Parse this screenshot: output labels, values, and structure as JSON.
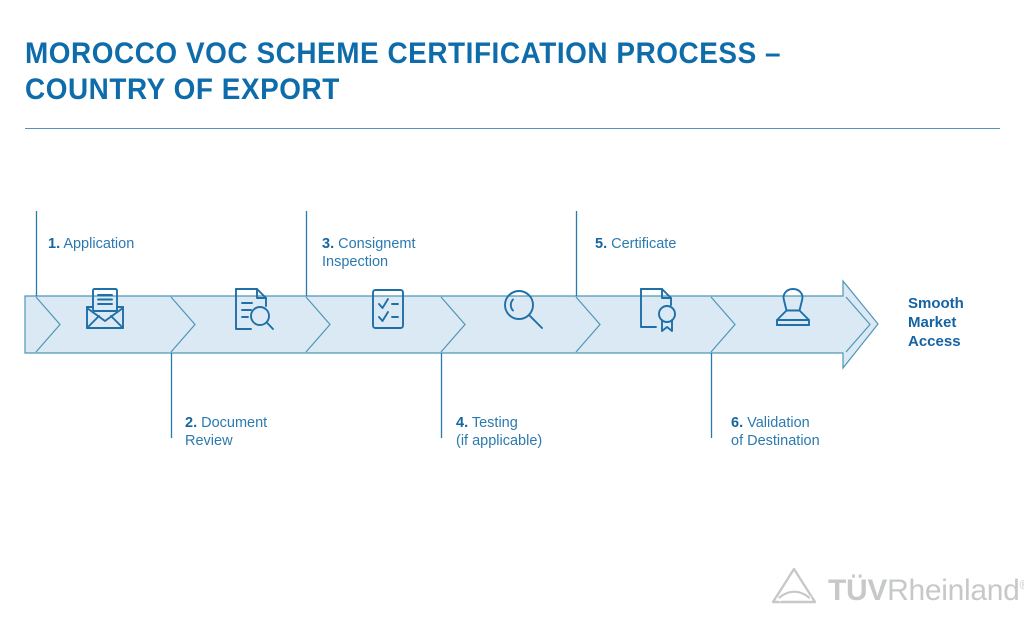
{
  "header": {
    "title": "Morocco VOC Scheme Certification Process –\nCountry of Export",
    "divider": "header-divider"
  },
  "colors": {
    "brand_blue": "#0e6cab",
    "label_blue": "#2a7ab0",
    "number_blue": "#1565a0",
    "band_fill": "#dbe9f4",
    "band_stroke": "#4e96b8",
    "icon_stroke": "#1f6fa8",
    "divider": "#4e96b8",
    "logo_gray": "#c7c8c9",
    "outcome_blue": "#1463a3",
    "background": "#ffffff"
  },
  "process": {
    "steps": [
      {
        "number": "1.",
        "label": " Application",
        "icon": "envelope-letter-icon",
        "position": "above"
      },
      {
        "number": "2.",
        "label": " Document\nReview",
        "icon": "document-search-icon",
        "position": "below"
      },
      {
        "number": "3.",
        "label": " Consignemt\nInspection",
        "icon": "checklist-icon",
        "position": "above"
      },
      {
        "number": "4.",
        "label": " Testing\n(if applicable)",
        "icon": "magnifier-icon",
        "position": "below"
      },
      {
        "number": "5.",
        "label": " Certificate",
        "icon": "certificate-seal-icon",
        "position": "above"
      },
      {
        "number": "6.",
        "label": " Validation\nof Destination",
        "icon": "stamp-icon",
        "position": "below"
      }
    ],
    "outcome": "Smooth\nMarket\nAccess"
  },
  "logo": {
    "mark": "tuv-rheinland-triangle-icon",
    "tuv": "TÜV",
    "rheinland": "Rheinland",
    "registered": "®"
  }
}
